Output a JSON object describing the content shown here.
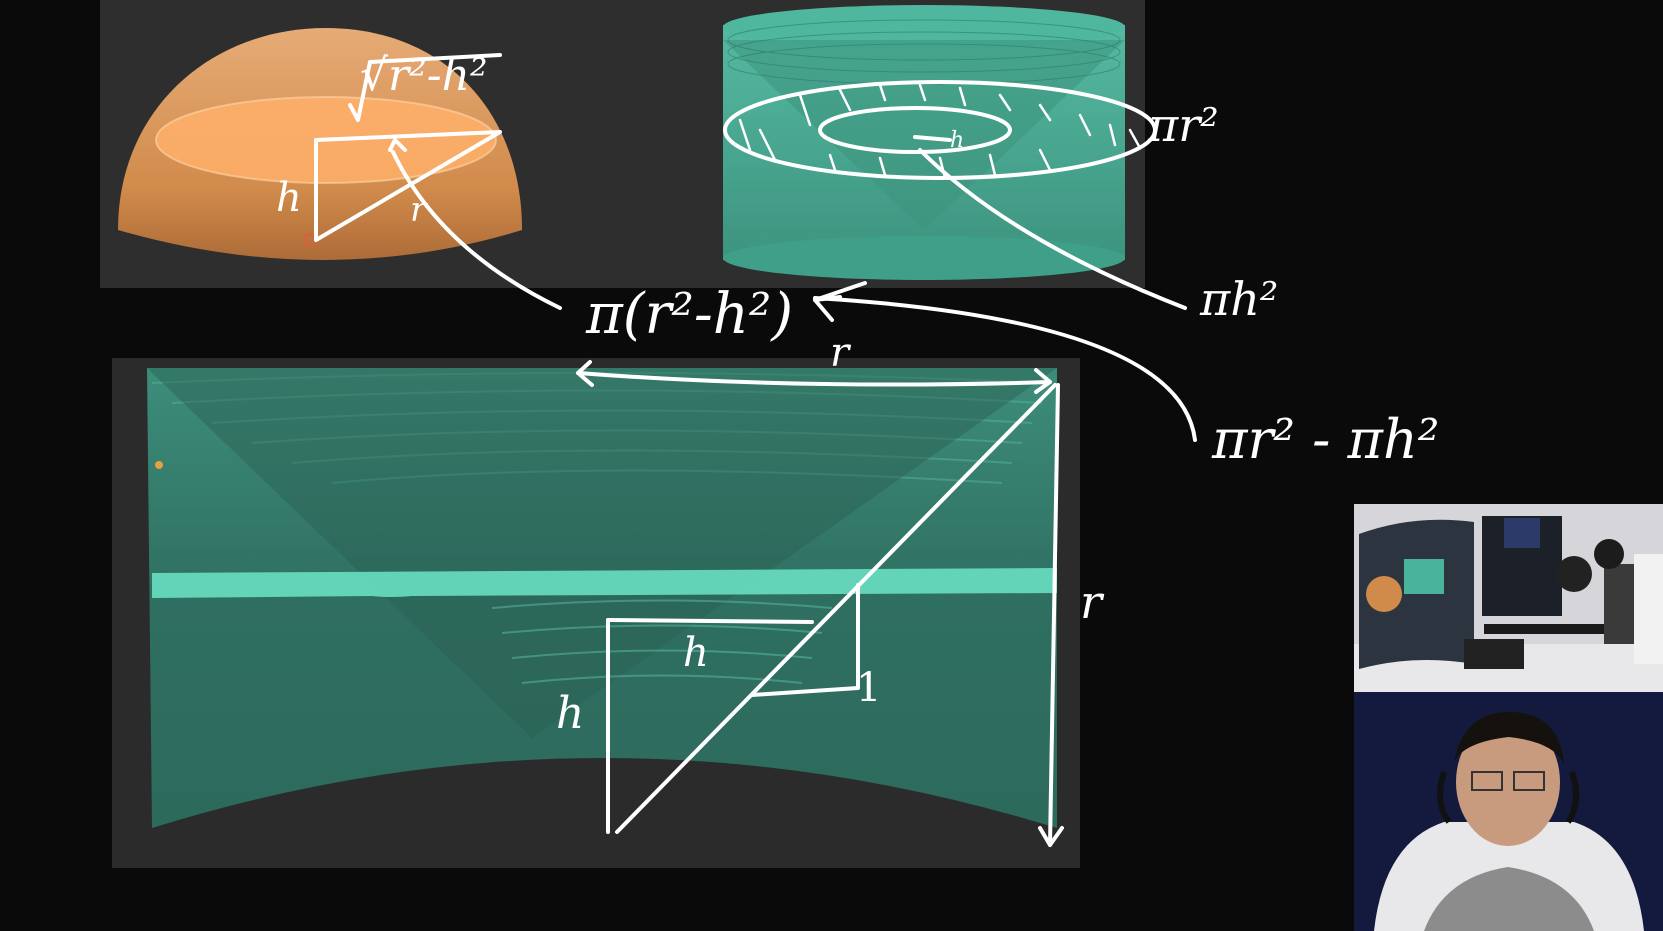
{
  "annotations": {
    "sqrt_expr": "√r²-h²",
    "pi_r2_top": "πr²",
    "pi_h2": "πh²",
    "pi_diff": "π(r²-h²)",
    "pi_r2_minus_pi_h2": "πr² - πh²",
    "h_top": "h",
    "r_hyp": "r",
    "h_ring": "h",
    "r_top_arrow": "r",
    "r_right": "r",
    "h_inner": "h",
    "h_left": "h",
    "one": "1"
  },
  "colors": {
    "hemisphere": "#e8a15c",
    "cylinder": "#5fd3b6",
    "section": "#3e8f7d",
    "ink": "#ffffff"
  }
}
